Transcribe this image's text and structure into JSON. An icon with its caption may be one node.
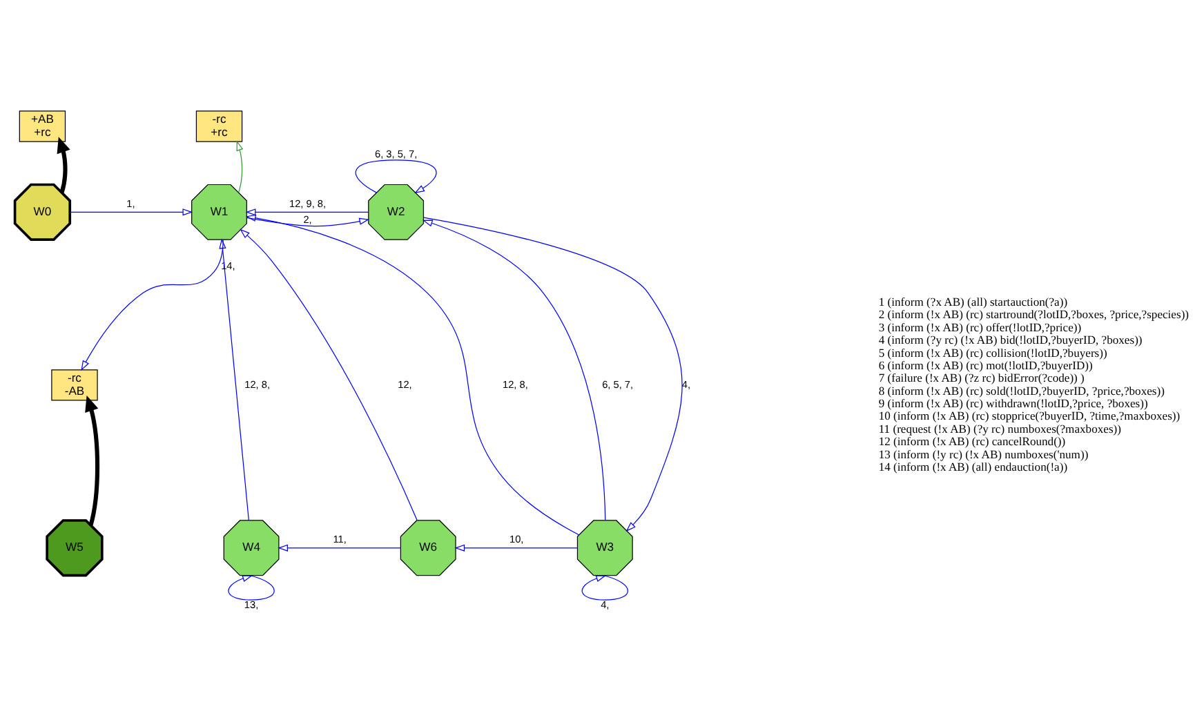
{
  "diagram": {
    "nodes": [
      {
        "text": [
          "+AB",
          "+rc"
        ]
      },
      {
        "text": [
          "-rc",
          "+rc"
        ]
      },
      {
        "text": [
          "W0"
        ]
      },
      {
        "text": [
          "W1"
        ]
      },
      {
        "text": [
          "W2"
        ]
      },
      {
        "text": [
          "-rc",
          "-AB"
        ]
      },
      {
        "text": [
          "W5"
        ]
      },
      {
        "text": [
          "W4"
        ]
      },
      {
        "text": [
          "W6"
        ]
      },
      {
        "text": [
          "W3"
        ]
      }
    ],
    "edges": [
      {
        "from": 2,
        "to": 0,
        "arrow": "to",
        "style": "thick",
        "color": "#000000"
      },
      {
        "from": 3,
        "to": 1,
        "arrow": "to",
        "color": "#339933"
      },
      {
        "from": 6,
        "to": 5,
        "arrow": "to",
        "style": "thick",
        "color": "#000000"
      },
      {
        "from": 2,
        "to": 3,
        "arrow": "to",
        "label": "1,"
      },
      {
        "from": 3,
        "to": 4,
        "arrow": "to",
        "label": "2,"
      },
      {
        "from": 4,
        "to": 3,
        "arrow": "to",
        "label": "12, 9, 8,"
      },
      {
        "from": 4,
        "to": 4,
        "arrow": "to",
        "label": "6, 3, 5, 7,"
      },
      {
        "from": 9,
        "to": 4,
        "arrow": "to",
        "label": "6, 5, 7,"
      },
      {
        "from": 4,
        "to": 9,
        "arrow": "to",
        "label": "4,"
      },
      {
        "from": 9,
        "to": 9,
        "arrow": "to",
        "label": "4,"
      },
      {
        "from": 9,
        "to": 8,
        "arrow": "to",
        "label": "10,"
      },
      {
        "from": 8,
        "to": 7,
        "arrow": "to",
        "label": "11,"
      },
      {
        "from": 7,
        "to": 7,
        "arrow": "to",
        "label": "13,"
      },
      {
        "from": 3,
        "to": 5,
        "arrow": "to",
        "label": "14,"
      },
      {
        "from": 7,
        "to": 3,
        "arrow": "to",
        "label": "12, 8,"
      },
      {
        "from": 8,
        "to": 3,
        "arrow": "to",
        "label": "12,"
      },
      {
        "from": 9,
        "to": 3,
        "arrow": "to",
        "label": "12, 8,"
      }
    ],
    "labels": [
      "1 (inform (?x AB) (all) startauction(?a))",
      "2 (inform (!x AB) (rc) startround(?lotID,?boxes, ?price,?species))",
      "3 (inform (!x AB) (rc) offer(!lotID,?price))",
      "4 (inform (?y rc) (!x AB) bid(!lotID,?buyerID, ?boxes))",
      "5 (inform (!x AB) (rc) collision(!lotID,?buyers))",
      "6 (inform (!x AB) (rc) mot(!lotID,?buyerID))",
      "7 (failure (!x AB) (?z rc) bidError(?code)) )",
      "8 (inform (!x AB) (rc) sold(!lotID,?buyerID, ?price,?boxes))",
      "9 (inform (!x AB) (rc) withdrawn(!lotID,?price, ?boxes))",
      "10 (inform (!x AB) (rc) stopprice(?buyerID, ?time,?maxboxes))",
      "11 (request (!x AB) (?y rc) numboxes(?maxboxes))",
      "12 (inform (!x AB) (rc) cancelRound())",
      "13 (inform (!y rc) (!x AB) numboxes('num))",
      "14 (inform (!x AB) (all) endauction(!a))"
    ]
  }
}
